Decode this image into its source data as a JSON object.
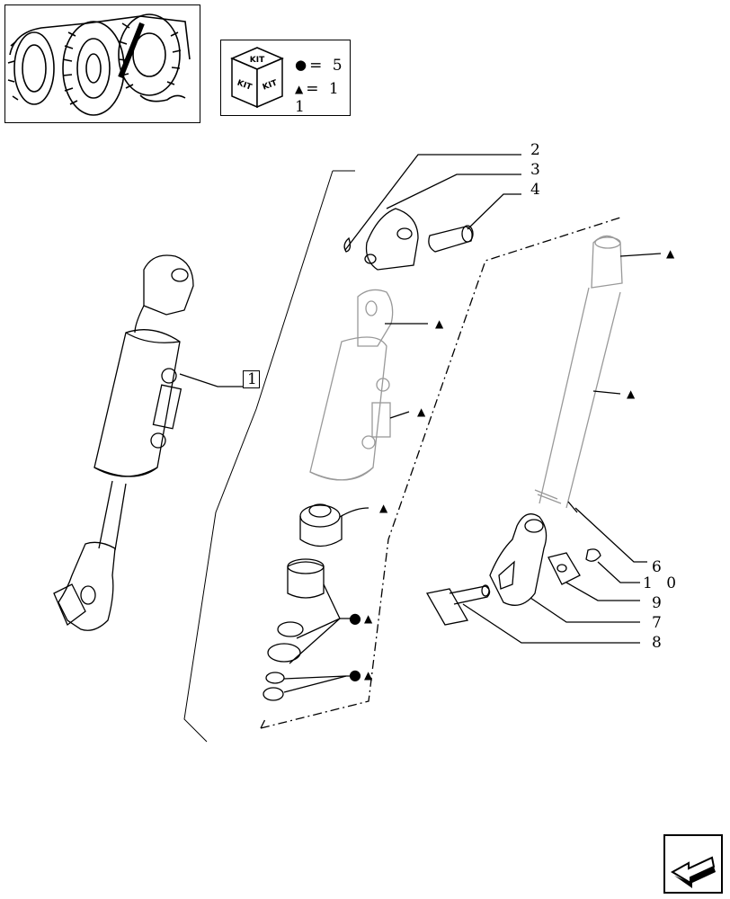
{
  "legend": {
    "kit_label": "KIT",
    "items": [
      {
        "symbol": "●",
        "text": "= 5"
      },
      {
        "symbol": "▲",
        "text": "= 1 1"
      }
    ]
  },
  "callouts": {
    "c1": "1",
    "c2": "2",
    "c3": "3",
    "c4": "4",
    "c6": "6",
    "c10": "1 0",
    "c9": "9",
    "c7": "7",
    "c8": "8"
  },
  "kit_markers": {
    "triangle": "▲",
    "circle": "●"
  },
  "icons": {
    "thumbnail": "tractor-wheel-thumbnail",
    "kit": "kit-cube-icon",
    "navigation": "arrow-navigation-icon"
  }
}
